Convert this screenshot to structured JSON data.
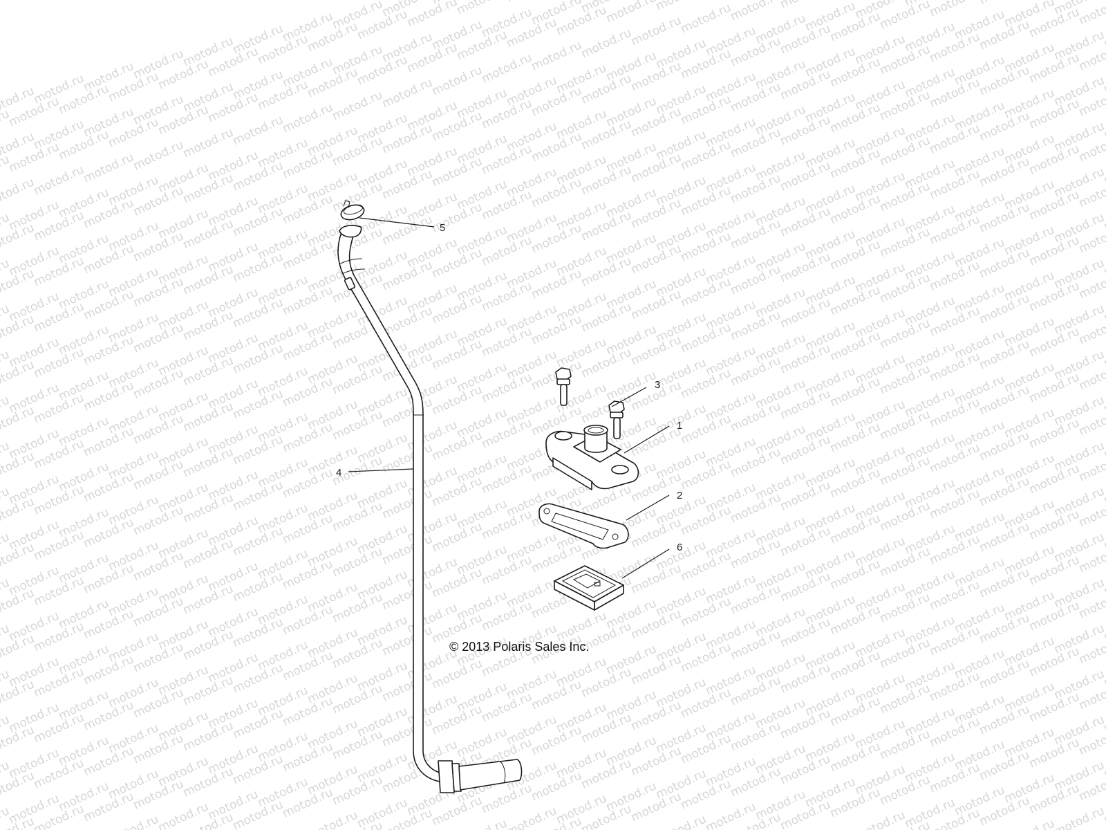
{
  "watermark": {
    "text": "motod.ru"
  },
  "callouts": [
    {
      "id": "1",
      "label": "1"
    },
    {
      "id": "2",
      "label": "2"
    },
    {
      "id": "3",
      "label": "3"
    },
    {
      "id": "4",
      "label": "4"
    },
    {
      "id": "5",
      "label": "5"
    },
    {
      "id": "6",
      "label": "6"
    }
  ],
  "copyright": "© 2013 Polaris Sales Inc."
}
